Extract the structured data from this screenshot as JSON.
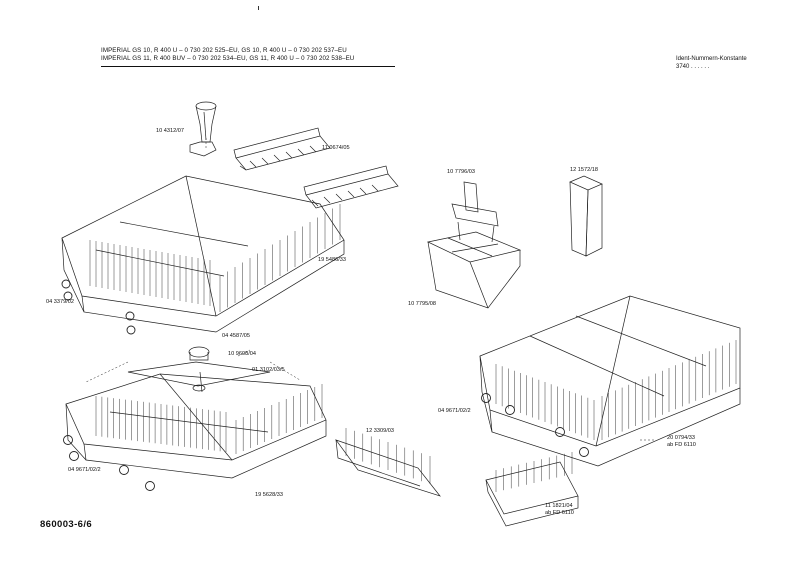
{
  "header": {
    "line1": "IMPERIAL  GS 10,  R 400 U    – 0 730 202 525–EU,  GS 10,  R 400 U  – 0 730 202 537–EU",
    "line2": "IMPERIAL  GS 11,  R 400 BUV  – 0 730 202 534–EU,  GS 11,  R 400 U  – 0 730 202 538–EU"
  },
  "ident": {
    "title": "Ident-Nummern-Konstante",
    "value": "3740   . .    . . . ."
  },
  "labels": {
    "p1": "10 4312/07",
    "p2": "11 0674/05",
    "p3": "10 7796/03",
    "p4": "12 1572/18",
    "p5": "19 5486/33",
    "p6": "04 3379/02",
    "p7": "10 7795/08",
    "p8": "04 4587/05",
    "p9": "10 9698/04",
    "p10": "01 3102/03/5",
    "p11": "04 9671/02/2",
    "p12": "12 3309/03",
    "p13": "04 9671/02/2",
    "p14": "19 5628/33",
    "p15a": "20 0794/33",
    "p15b": "ab FD 6110",
    "p16a": "11 1821/04",
    "p16b": "ab FD 6110"
  },
  "footer": {
    "code": "860003-6/6"
  }
}
